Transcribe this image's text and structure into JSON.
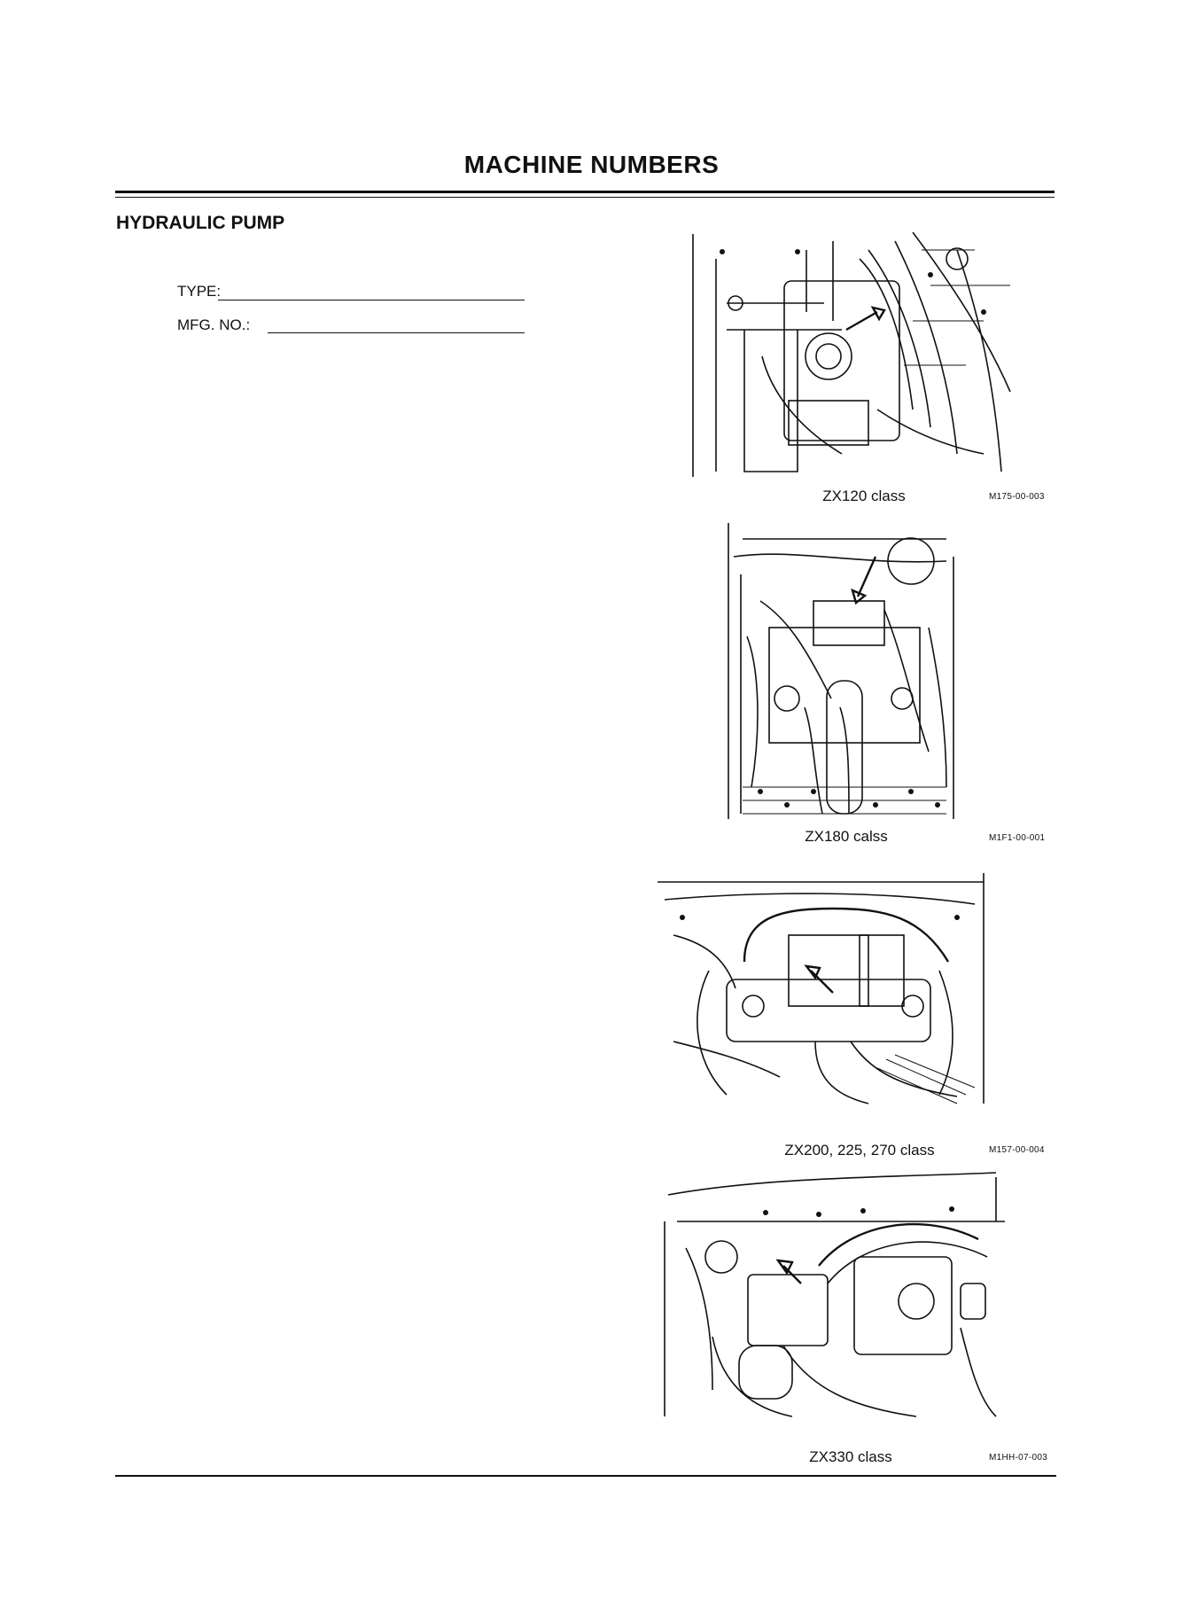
{
  "page": {
    "title": "MACHINE NUMBERS",
    "section": "HYDRAULIC PUMP",
    "fields": [
      {
        "label": "TYPE:"
      },
      {
        "label": "MFG. NO.:"
      }
    ]
  },
  "figures": [
    {
      "caption": "ZX120 class",
      "code": "M175-00-003",
      "icon": "hydraulic-pump-illustration"
    },
    {
      "caption": "ZX180 calss",
      "code": "M1F1-00-001",
      "icon": "hydraulic-pump-illustration"
    },
    {
      "caption": "ZX200, 225, 270 class",
      "code": "M157-00-004",
      "icon": "hydraulic-pump-illustration"
    },
    {
      "caption": "ZX330 class",
      "code": "M1HH-07-003",
      "icon": "hydraulic-pump-illustration"
    }
  ]
}
